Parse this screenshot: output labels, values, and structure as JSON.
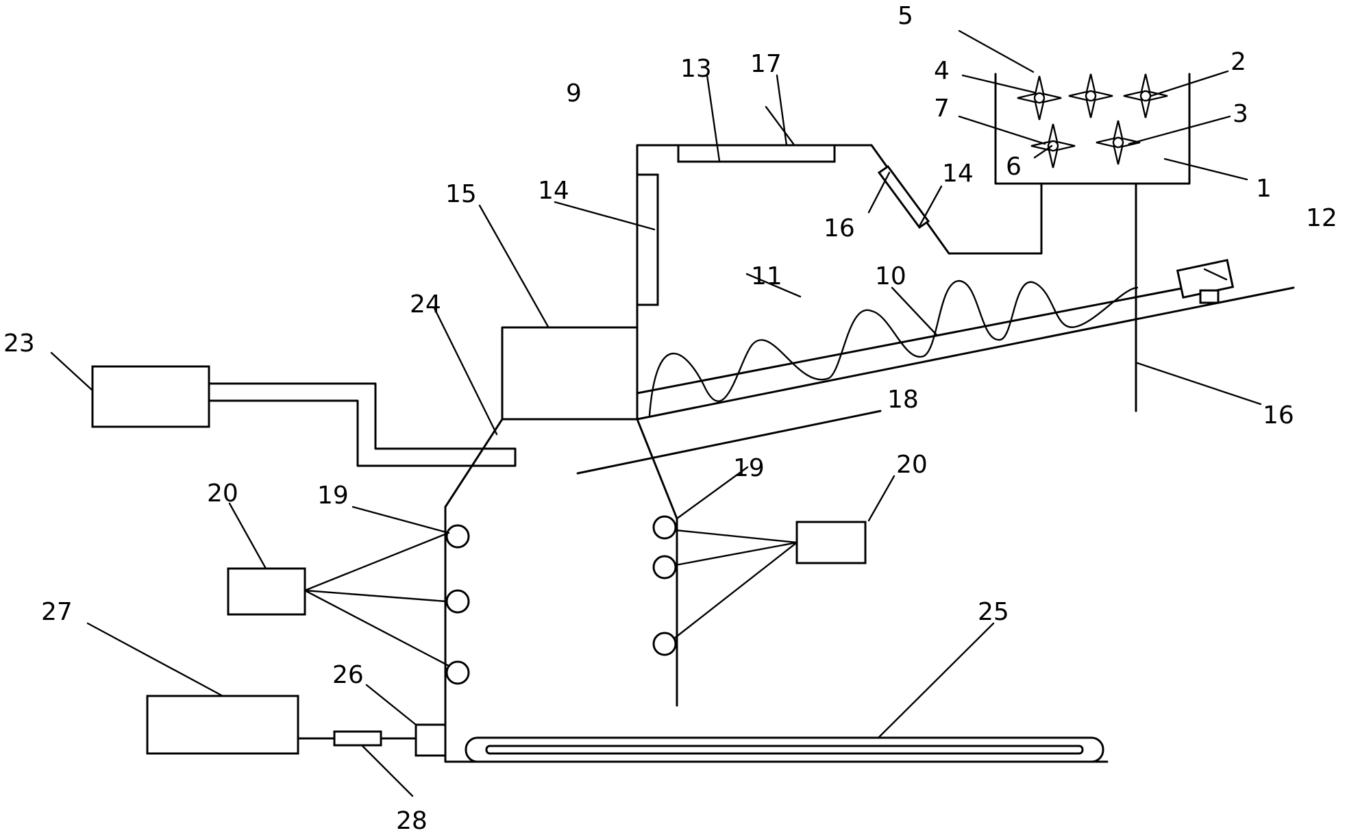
{
  "labels": {
    "l1": "1",
    "l2": "2",
    "l3": "3",
    "l4": "4",
    "l5": "5",
    "l6": "6",
    "l7": "7",
    "l9": "9",
    "l10": "10",
    "l11": "11",
    "l12": "12",
    "l13": "13",
    "l14a": "14",
    "l14b": "14",
    "l15": "15",
    "l16a": "16",
    "l16b": "16",
    "l17": "17",
    "l18": "18",
    "l19a": "19",
    "l19b": "19",
    "l20a": "20",
    "l20b": "20",
    "l23": "23",
    "l24": "24",
    "l25": "25",
    "l26": "26",
    "l27": "27",
    "l28": "28"
  },
  "colors": {
    "stroke": "#000000",
    "background": "#ffffff"
  }
}
